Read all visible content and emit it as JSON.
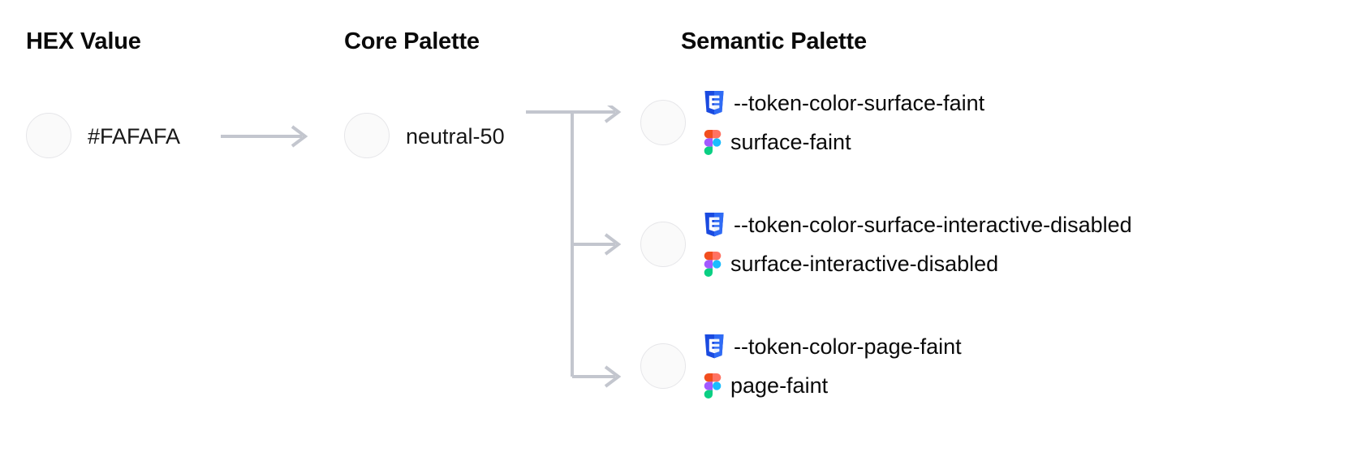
{
  "columns": {
    "hex": {
      "heading": "HEX Value"
    },
    "core": {
      "heading": "Core Palette"
    },
    "semantic": {
      "heading": "Semantic Palette"
    }
  },
  "hex": {
    "value": "#FAFAFA",
    "swatch_color": "#FAFAFA"
  },
  "core": {
    "value": "neutral-50",
    "swatch_color": "#FAFAFA"
  },
  "semantic": {
    "rows": [
      {
        "swatch_color": "#FAFAFA",
        "css_icon": "css3-icon",
        "css_token": "--token-color-surface-faint",
        "figma_icon": "figma-icon",
        "figma_token": "surface-faint"
      },
      {
        "swatch_color": "#FAFAFA",
        "css_icon": "css3-icon",
        "css_token": "--token-color-surface-interactive-disabled",
        "figma_icon": "figma-icon",
        "figma_token": "surface-interactive-disabled"
      },
      {
        "swatch_color": "#FAFAFA",
        "css_icon": "css3-icon",
        "css_token": "--token-color-page-faint",
        "figma_icon": "figma-icon",
        "figma_token": "page-faint"
      }
    ]
  },
  "colors": {
    "background": "#FFFFFF",
    "text_primary": "#0A0A0A",
    "text_value": "#171717",
    "swatch_border": "#E6E6E9",
    "connector": "#C3C6CE",
    "css_blue_dark": "#1A4AE0",
    "css_blue_light": "#2F6BF5",
    "figma_red": "#F24E1E",
    "figma_salmon": "#FF7262",
    "figma_purple": "#A259FF",
    "figma_blue": "#1ABCFE",
    "figma_green": "#0ACF83"
  }
}
